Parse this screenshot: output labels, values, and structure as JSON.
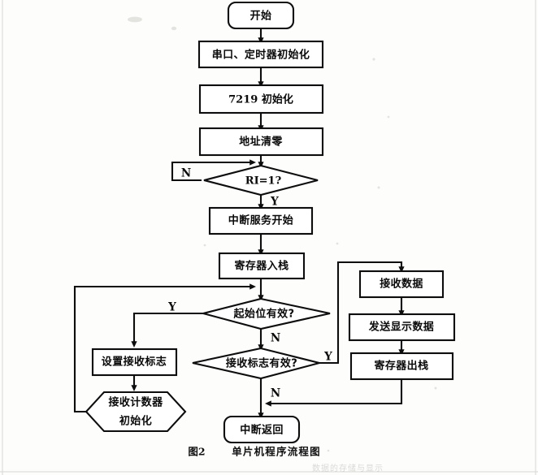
{
  "figure": {
    "caption_number": "图2",
    "caption_title": "单片机程序流程图",
    "ghost_line": "数据的存储与显示"
  },
  "branch_labels": {
    "ri_no": "N",
    "ri_yes": "Y",
    "startbit_yes": "Y",
    "startbit_no": "N",
    "recvflag_yes": "Y",
    "recvflag_no": "N"
  },
  "nodes": {
    "start": {
      "label": "开始",
      "shape": "terminal"
    },
    "init_serial_timer": {
      "label": "串口、定时器初始化",
      "shape": "process"
    },
    "init_7219": {
      "label": "7219 初始化",
      "shape": "process"
    },
    "clear_address": {
      "label": "地址清零",
      "shape": "process"
    },
    "check_ri": {
      "label": "RI=1?",
      "shape": "decision"
    },
    "isr_begin": {
      "label": "中断服务开始",
      "shape": "process"
    },
    "push_registers": {
      "label": "寄存器入栈",
      "shape": "process"
    },
    "check_start_bit": {
      "label": "起始位有效?",
      "shape": "decision"
    },
    "set_recv_flag": {
      "label": "设置接收标志",
      "shape": "process"
    },
    "init_recv_counter": {
      "label_line1": "接收计数器",
      "label_line2": "初始化",
      "shape": "hexagon"
    },
    "check_recv_flag": {
      "label": "接收标志有效?",
      "shape": "decision"
    },
    "receive_data": {
      "label": "接收数据",
      "shape": "process"
    },
    "send_display_data": {
      "label": "发送显示数据",
      "shape": "process"
    },
    "pop_registers": {
      "label": "寄存器出栈",
      "shape": "process"
    },
    "isr_return": {
      "label": "中断返回",
      "shape": "terminal"
    }
  },
  "style": {
    "line_color": "#0d0d0d",
    "shape_fill": "#ffffff",
    "text_color": "#0a0a0a",
    "page_background": "#fdfdfc"
  }
}
